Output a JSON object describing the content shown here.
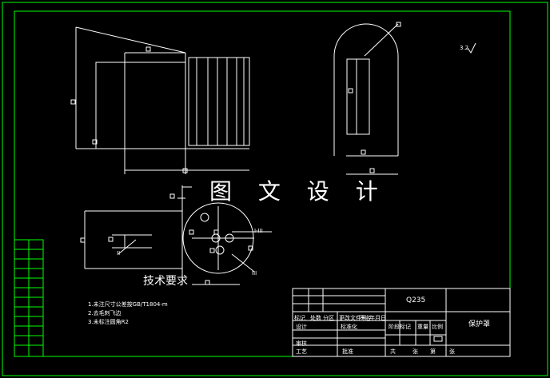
{
  "overlay": {
    "title": "图 文 设 计",
    "tech_requirements": "技术要求"
  },
  "notes": [
    "1.未注尺寸公差按GB/T1804-m",
    "2.去毛刺飞边",
    "3.未标注圆角R2"
  ],
  "title_block": {
    "material": "Q235",
    "part_name": "保护罩",
    "row_labels": [
      "标记",
      "处数",
      "分区",
      "更改文件号",
      "签名",
      "年月日"
    ],
    "design": "设计",
    "standardization": "标准化",
    "review": "审核",
    "process": "工艺",
    "approve": "批准",
    "stage": "阶段标记",
    "weight": "重量",
    "scale": "比例",
    "sheets_total": "共",
    "sheet": "张",
    "sheet_no": "第",
    "sheet_suffix": "张"
  },
  "annotations": {
    "surface_finish": "3.2",
    "section_label": "I-III",
    "detail_label": "III",
    "leader_label": "II"
  },
  "colors": {
    "border": "#00ff00",
    "geometry": "#ffffff",
    "background": "#000000"
  }
}
